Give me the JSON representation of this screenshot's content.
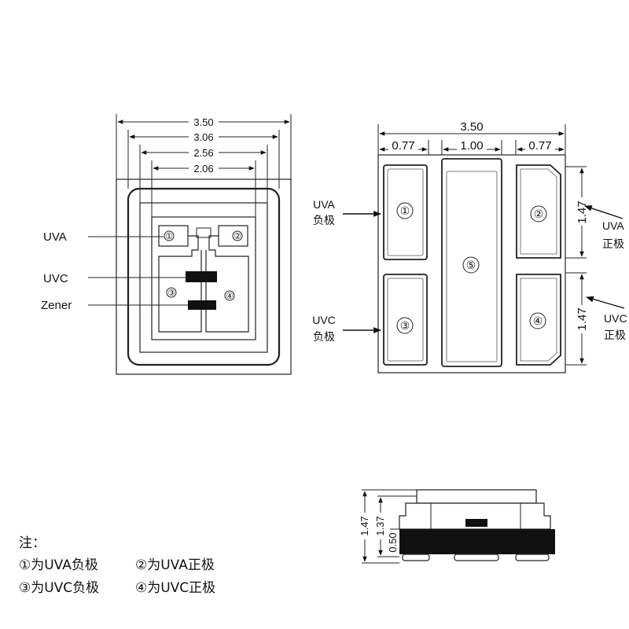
{
  "top_view": {
    "dims": [
      "3.50",
      "3.06",
      "2.56",
      "2.06"
    ],
    "labels": {
      "uva": "UVA",
      "uvc": "UVC",
      "zener": "Zener"
    },
    "pad_numbers": [
      "①",
      "②",
      "③",
      "④"
    ]
  },
  "bottom_view": {
    "dims": {
      "total": "3.50",
      "left": "0.77",
      "middle": "1.00",
      "right": "0.77",
      "upper_h": "1.47",
      "lower_h": "1.47"
    },
    "pad_numbers": [
      "①",
      "②",
      "③",
      "④",
      "⑤"
    ],
    "callouts": {
      "uva_neg": [
        "UVA",
        "负极"
      ],
      "uvc_neg": [
        "UVC",
        "负极"
      ],
      "uva_pos": [
        "UVA",
        "正极"
      ],
      "uvc_pos": [
        "UVC",
        "正极"
      ]
    }
  },
  "side_view": {
    "dims": [
      "1.47",
      "1.37",
      "0.50"
    ]
  },
  "notes": {
    "title": "注：",
    "items": [
      "①为UVA负极",
      "②为UVA正极",
      "③为UVC负极",
      "④为UVC正极"
    ]
  }
}
